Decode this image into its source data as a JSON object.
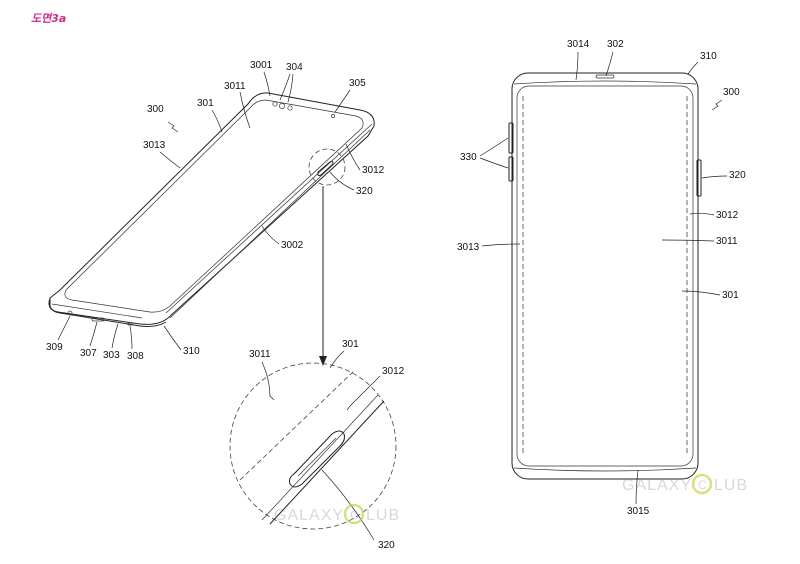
{
  "figure_tag": "도면3a",
  "watermark": {
    "text_left": "GALAXY",
    "text_right": "LUB",
    "badge_letter": "C"
  },
  "left_device": {
    "labels": {
      "l300": "300",
      "l301": "301",
      "l3001": "3001",
      "l3011": "3011",
      "l304": "304",
      "l305": "305",
      "l3013": "3013",
      "l3012": "3012",
      "l320": "320",
      "l3002": "3002",
      "l309": "309",
      "l307": "307",
      "l303": "303",
      "l308": "308",
      "l310": "310"
    }
  },
  "detail_view": {
    "labels": {
      "l3011": "3011",
      "l301": "301",
      "l3012": "3012",
      "l320": "320"
    }
  },
  "right_device": {
    "labels": {
      "l3014": "3014",
      "l302": "302",
      "l310": "310",
      "l300": "300",
      "l330": "330",
      "l320": "320",
      "l3012": "3012",
      "l3013": "3013",
      "l3011": "3011",
      "l301": "301",
      "l3015": "3015"
    }
  }
}
